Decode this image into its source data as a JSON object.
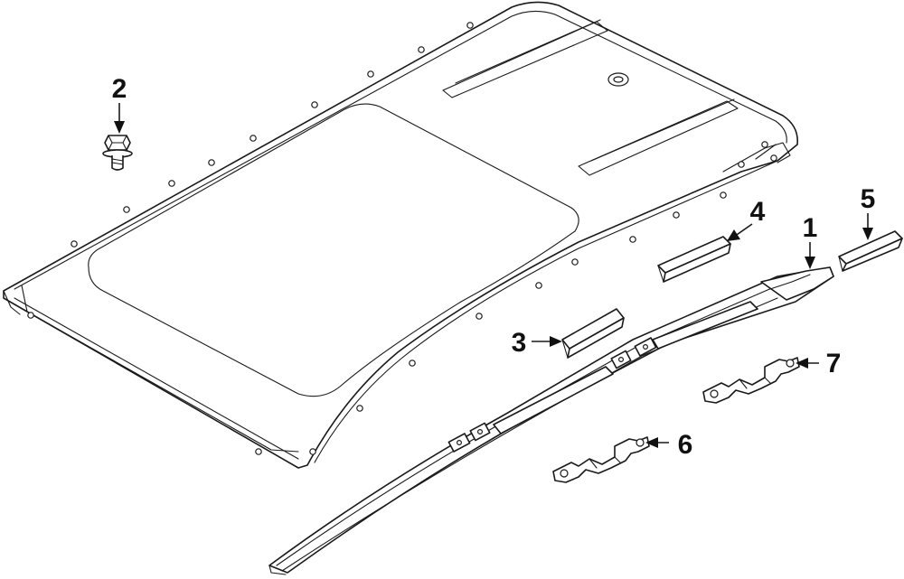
{
  "diagram": {
    "parts": [
      {
        "number": "1",
        "part": "roof-rack-rail"
      },
      {
        "number": "2",
        "part": "bolt"
      },
      {
        "number": "3",
        "part": "rail-end-cover-front"
      },
      {
        "number": "4",
        "part": "rail-center-cover"
      },
      {
        "number": "5",
        "part": "rail-end-cover-rear"
      },
      {
        "number": "6",
        "part": "mounting-bracket-front"
      },
      {
        "number": "7",
        "part": "mounting-bracket-rear"
      }
    ]
  }
}
